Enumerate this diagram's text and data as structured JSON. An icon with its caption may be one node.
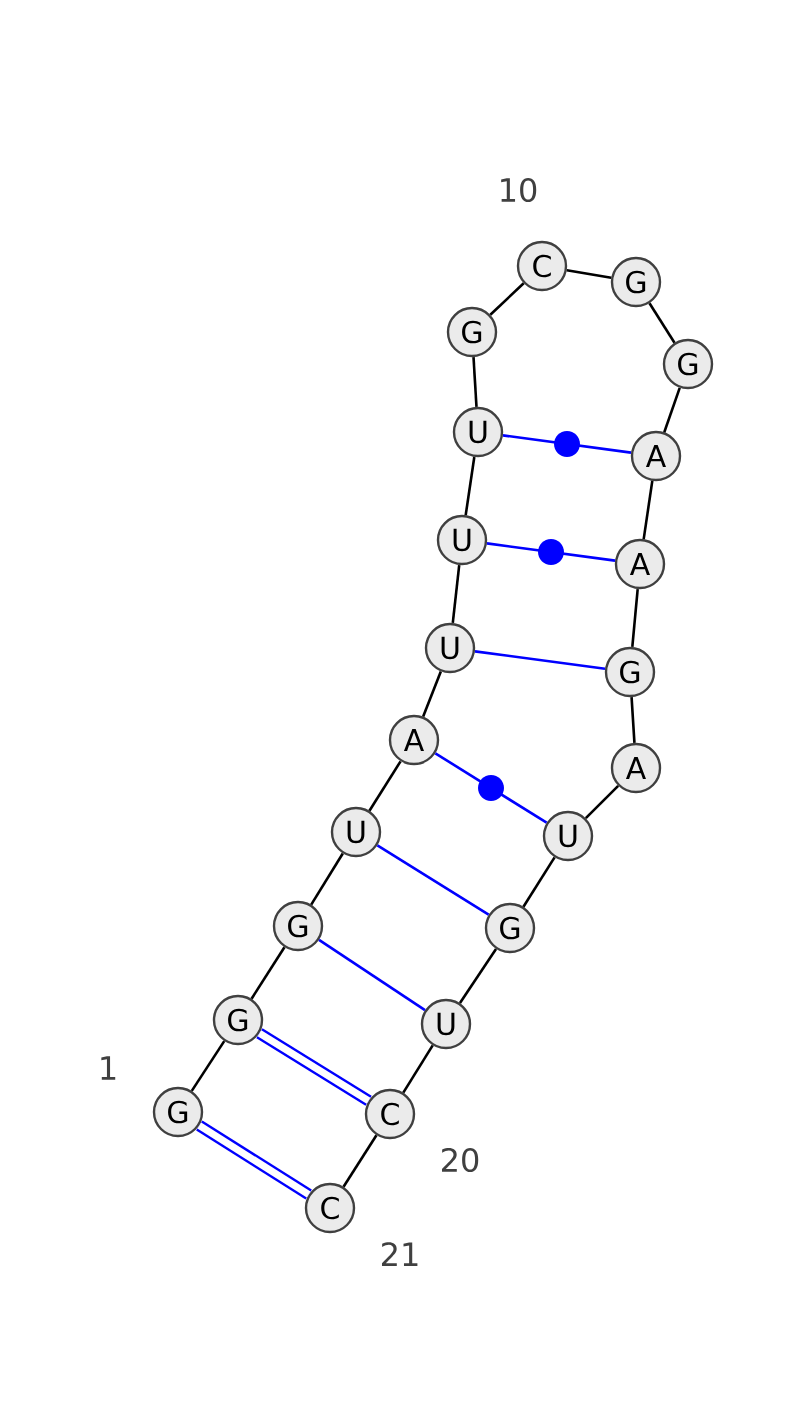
{
  "diagram": {
    "nodes": [
      {
        "text": [
          "G"
        ]
      },
      {
        "text": [
          "G"
        ]
      },
      {
        "text": [
          "G"
        ]
      },
      {
        "text": [
          "U"
        ]
      },
      {
        "text": [
          "A"
        ]
      },
      {
        "text": [
          "U"
        ]
      },
      {
        "text": [
          "U"
        ]
      },
      {
        "text": [
          "U"
        ]
      },
      {
        "text": [
          "G"
        ]
      },
      {
        "text": [
          "C"
        ]
      },
      {
        "text": [
          "G"
        ]
      },
      {
        "text": [
          "G"
        ]
      },
      {
        "text": [
          "A"
        ]
      },
      {
        "text": [
          "A"
        ]
      },
      {
        "text": [
          "G"
        ]
      },
      {
        "text": [
          "A"
        ]
      },
      {
        "text": [
          "U"
        ]
      },
      {
        "text": [
          "G"
        ]
      },
      {
        "text": [
          "U"
        ]
      },
      {
        "text": [
          "C"
        ]
      },
      {
        "text": [
          "C"
        ]
      }
    ],
    "edges": [
      {
        "from": 0,
        "to": 1,
        "arrow": "none"
      },
      {
        "from": 1,
        "to": 2,
        "arrow": "none"
      },
      {
        "from": 2,
        "to": 3,
        "arrow": "none"
      },
      {
        "from": 3,
        "to": 4,
        "arrow": "none"
      },
      {
        "from": 4,
        "to": 5,
        "arrow": "none"
      },
      {
        "from": 5,
        "to": 6,
        "arrow": "none"
      },
      {
        "from": 6,
        "to": 7,
        "arrow": "none"
      },
      {
        "from": 7,
        "to": 8,
        "arrow": "none"
      },
      {
        "from": 8,
        "to": 9,
        "arrow": "none"
      },
      {
        "from": 9,
        "to": 10,
        "arrow": "none"
      },
      {
        "from": 10,
        "to": 11,
        "arrow": "none"
      },
      {
        "from": 11,
        "to": 12,
        "arrow": "none"
      },
      {
        "from": 12,
        "to": 13,
        "arrow": "none"
      },
      {
        "from": 13,
        "to": 14,
        "arrow": "none"
      },
      {
        "from": 14,
        "to": 15,
        "arrow": "none"
      },
      {
        "from": 15,
        "to": 16,
        "arrow": "none"
      },
      {
        "from": 16,
        "to": 17,
        "arrow": "none"
      },
      {
        "from": 17,
        "to": 18,
        "arrow": "none"
      },
      {
        "from": 18,
        "to": 19,
        "arrow": "none"
      },
      {
        "from": 19,
        "to": 20,
        "arrow": "none"
      },
      {
        "from": 0,
        "to": 20,
        "arrow": "none",
        "style": "thick",
        "color": "#0000ff"
      },
      {
        "from": 1,
        "to": 19,
        "arrow": "none",
        "style": "thick",
        "color": "#0000ff"
      },
      {
        "from": 2,
        "to": 18,
        "arrow": "none",
        "color": "#0000ff"
      },
      {
        "from": 3,
        "to": 17,
        "arrow": "none",
        "color": "#0000ff"
      },
      {
        "from": 4,
        "to": 16,
        "arrow": "none",
        "color": "#0000ff"
      },
      {
        "from": 5,
        "to": 14,
        "arrow": "none",
        "color": "#0000ff"
      },
      {
        "from": 6,
        "to": 13,
        "arrow": "none",
        "color": "#0000ff"
      },
      {
        "from": 7,
        "to": 12,
        "arrow": "none",
        "color": "#0000ff"
      }
    ],
    "labels": [
      "10",
      "1",
      "20",
      "21"
    ]
  }
}
